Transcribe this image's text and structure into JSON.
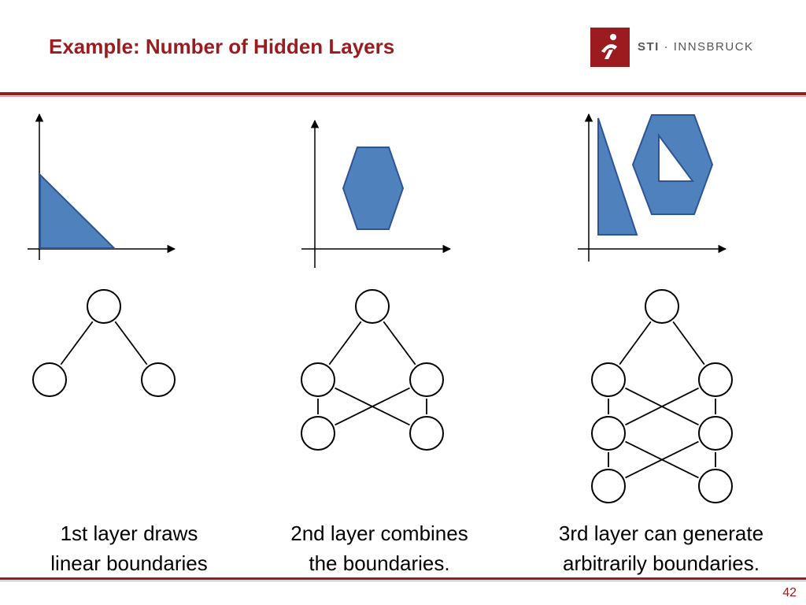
{
  "slide": {
    "title": "Example: Number of Hidden Layers",
    "page_number": "42",
    "accent_color": "#9b1b1f",
    "shape_fill": "#4f81bd",
    "shape_stroke": "#2f5496"
  },
  "logo": {
    "brand": "STI",
    "separator": "·",
    "name": "INNSBRUCK"
  },
  "panels": [
    {
      "caption_line1": "1st layer draws",
      "caption_line2": "linear boundaries",
      "layers": [
        1,
        2
      ]
    },
    {
      "caption_line1": "2nd layer combines",
      "caption_line2": "the boundaries.",
      "layers": [
        1,
        2,
        2
      ]
    },
    {
      "caption_line1": "3rd layer can generate",
      "caption_line2": "arbitrarily boundaries.",
      "layers": [
        1,
        2,
        2,
        2
      ]
    }
  ]
}
